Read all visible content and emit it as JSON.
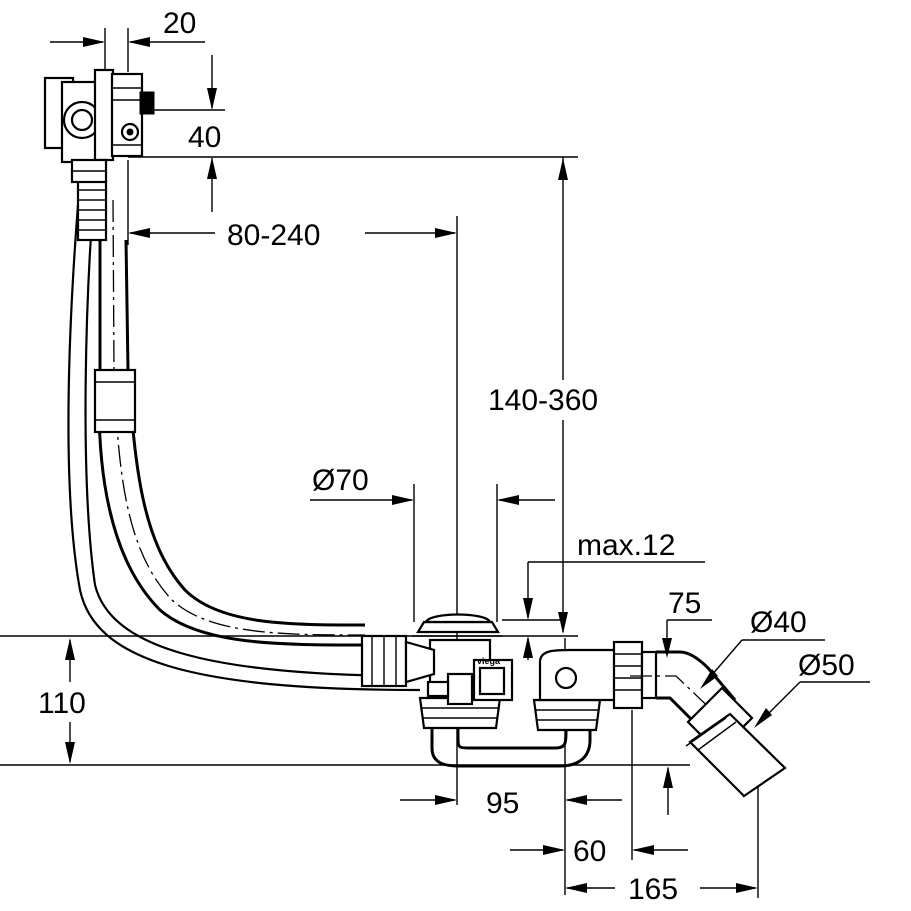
{
  "dimensions": {
    "d20": "20",
    "d40": "40",
    "d80_240": "80-240",
    "d140_360": "140-360",
    "d70": "Ø70",
    "dmax12": "max.12",
    "d75": "75",
    "dphi40": "Ø40",
    "dphi50": "Ø50",
    "d110": "110",
    "d95": "95",
    "d60": "60",
    "d165": "165"
  },
  "brand_mark": "viega"
}
